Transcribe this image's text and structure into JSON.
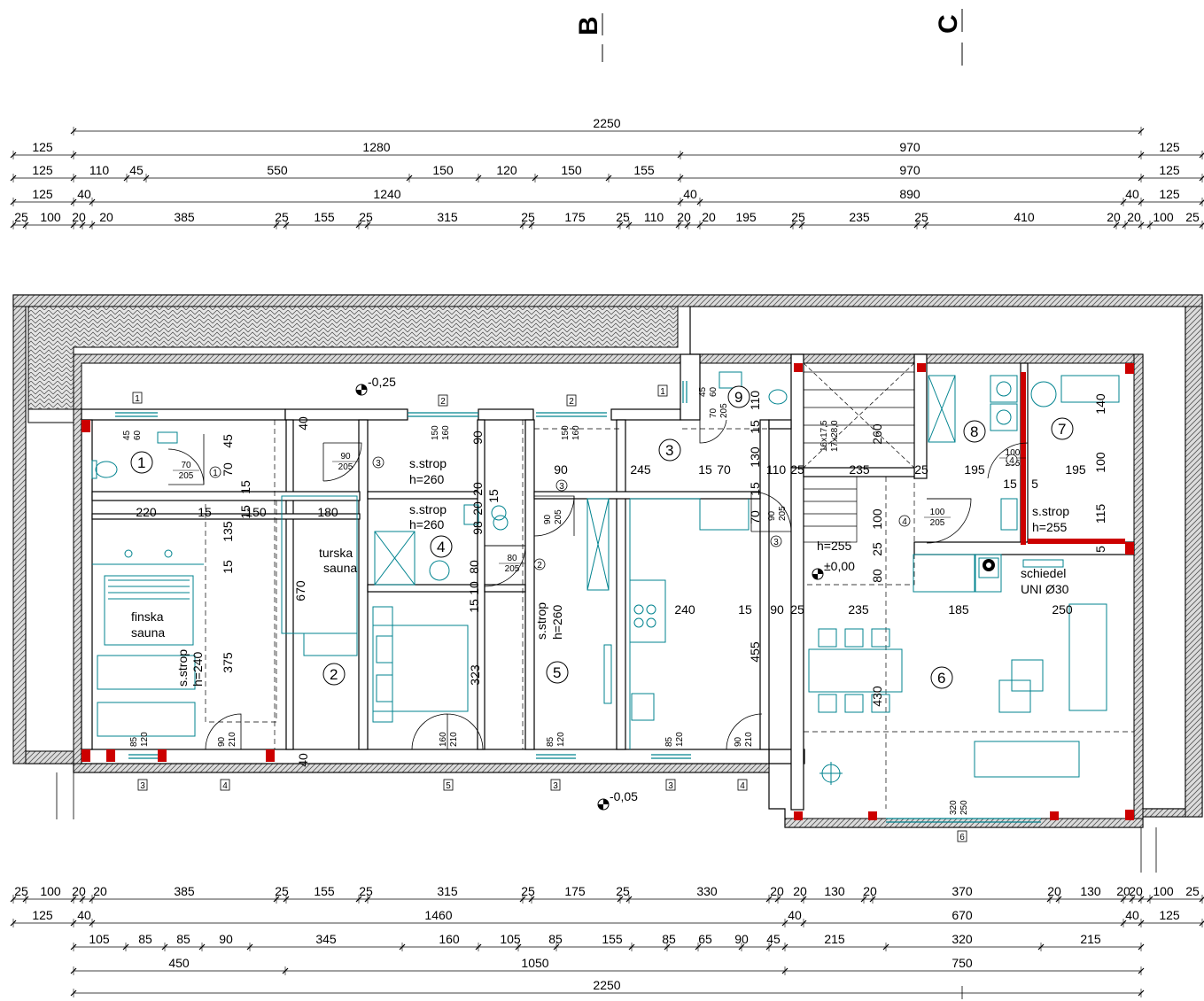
{
  "section_markers": [
    "B",
    "C"
  ],
  "dimension_rows": {
    "top": [
      [
        "2250"
      ],
      [
        "125",
        "1280",
        "970",
        "125"
      ],
      [
        "125",
        "110",
        "45",
        "550",
        "150",
        "120",
        "150",
        "155",
        "970",
        "125"
      ],
      [
        "125",
        "40",
        "1240",
        "40",
        "890",
        "40",
        "125"
      ],
      [
        "25",
        "100",
        "20",
        "20",
        "385",
        "25",
        "155",
        "25",
        "315",
        "25",
        "175",
        "25",
        "110",
        "20",
        "20",
        "195",
        "25",
        "235",
        "25",
        "410",
        "20",
        "20",
        "100",
        "25"
      ]
    ],
    "bottom": [
      [
        "25",
        "100",
        "20",
        "20",
        "385",
        "25",
        "155",
        "25",
        "315",
        "25",
        "175",
        "25",
        "330",
        "20",
        "20",
        "130",
        "20",
        "370",
        "20",
        "130",
        "20",
        "20",
        "100",
        "25"
      ],
      [
        "125",
        "40",
        "1460",
        "40",
        "670",
        "40",
        "125"
      ],
      [
        "105",
        "85",
        "85",
        "90",
        "345",
        "160",
        "105",
        "85",
        "155",
        "85",
        "65",
        "90",
        "45",
        "215",
        "320",
        "215"
      ],
      [
        "450",
        "1050",
        "750"
      ],
      [
        "2250"
      ]
    ]
  },
  "rooms": [
    "1",
    "2",
    "3",
    "4",
    "5",
    "6",
    "7",
    "8",
    "9"
  ],
  "level_marks": [
    "-0,25",
    "±0,00",
    "-0,05"
  ],
  "labels": {
    "finska": "finska",
    "sauna": "sauna",
    "turska": "turska",
    "s_strop": "s.strop",
    "h260": "h=260",
    "h255": "h=255",
    "h240": "h=240",
    "schiedel": "schiedel",
    "uni": "UNI Ø30",
    "stairs1": "16x17,5",
    "stairs2": "17x28,0"
  },
  "interior_dims": [
    "45",
    "70",
    "15",
    "15",
    "90",
    "20",
    "20",
    "15",
    "220",
    "15",
    "150",
    "180",
    "135",
    "15",
    "375",
    "670",
    "323",
    "80",
    "10",
    "15",
    "98",
    "90",
    "245",
    "15",
    "70",
    "110",
    "25",
    "235",
    "25",
    "195",
    "15",
    "5",
    "195",
    "130",
    "15",
    "70",
    "100",
    "25",
    "80",
    "455",
    "240",
    "15",
    "90",
    "25",
    "235",
    "185",
    "250",
    "430",
    "140",
    "100",
    "115",
    "5",
    "260",
    "40",
    "40",
    "110",
    "15"
  ],
  "openings": {
    "w1_top": "45",
    "w1_bot": "60",
    "w2a_top": "150",
    "w2a_bot": "160",
    "w2b_top": "150",
    "w2b_bot": "160",
    "w1b_top": "45",
    "w1b_bot": "60",
    "w3a_top": "85",
    "w3a_bot": "120",
    "w3b_top": "85",
    "w3b_bot": "120",
    "w3c_top": "85",
    "w3c_bot": "120",
    "w6_top": "320",
    "w6_bot": "250",
    "d1_top": "70",
    "d1_bot": "205",
    "d3a_top": "90",
    "d3a_bot": "205",
    "d3b_top": "90",
    "d3b_bot": "205",
    "d3c_top": "90",
    "d3c_bot": "205",
    "d2_top": "80",
    "d2_bot": "205",
    "d4a_top": "100",
    "d4a_bot": "205",
    "d4b_top": "100",
    "d4b_bot": "205",
    "d9_top": "70",
    "d9_bot": "205",
    "d5_top": "160",
    "d5_bot": "210",
    "d4c_top": "90",
    "d4c_bot": "210",
    "d4d_top": "90",
    "d4d_bot": "210"
  },
  "opening_tags": [
    "1",
    "2",
    "2",
    "1",
    "3",
    "4",
    "5",
    "3",
    "3",
    "4",
    "6"
  ],
  "door_tags": [
    "1",
    "3",
    "3",
    "2",
    "3",
    "4",
    "4"
  ]
}
